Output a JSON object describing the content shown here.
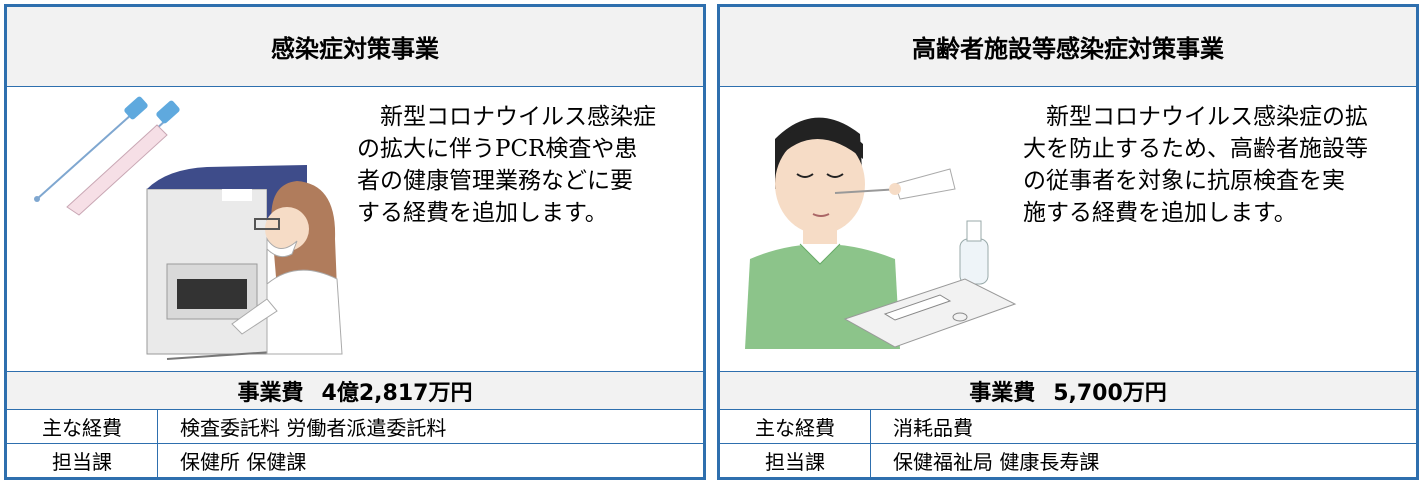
{
  "panels": [
    {
      "title": "感染症対策事業",
      "description": "　新型コロナウイルス感染症\nの拡大に伴うPCR検査や患\n者の健康管理業務などに要\nする経費を追加します。",
      "cost_label": "事業費",
      "cost_value": "4億2,817万円",
      "expense_label": "主な経費",
      "expense_value": "検査委託料 労働者派遣委託料",
      "dept_label": "担当課",
      "dept_value": "保健所 保健課",
      "illustration_icon": "pcr-test-illustration-icon"
    },
    {
      "title": "高齢者施設等感染症対策事業",
      "description": "　新型コロナウイルス感染症の拡\n大を防止するため、高齢者施設等\nの従事者を対象に抗原検査を実\n施する経費を追加します。",
      "cost_label": "事業費",
      "cost_value": "5,700万円",
      "expense_label": "主な経費",
      "expense_value": "消耗品費",
      "dept_label": "担当課",
      "dept_value": "保健福祉局 健康長寿課",
      "illustration_icon": "antigen-test-illustration-icon"
    }
  ],
  "colors": {
    "border": "#2e6fae",
    "header_bg": "#f2f2f2"
  }
}
